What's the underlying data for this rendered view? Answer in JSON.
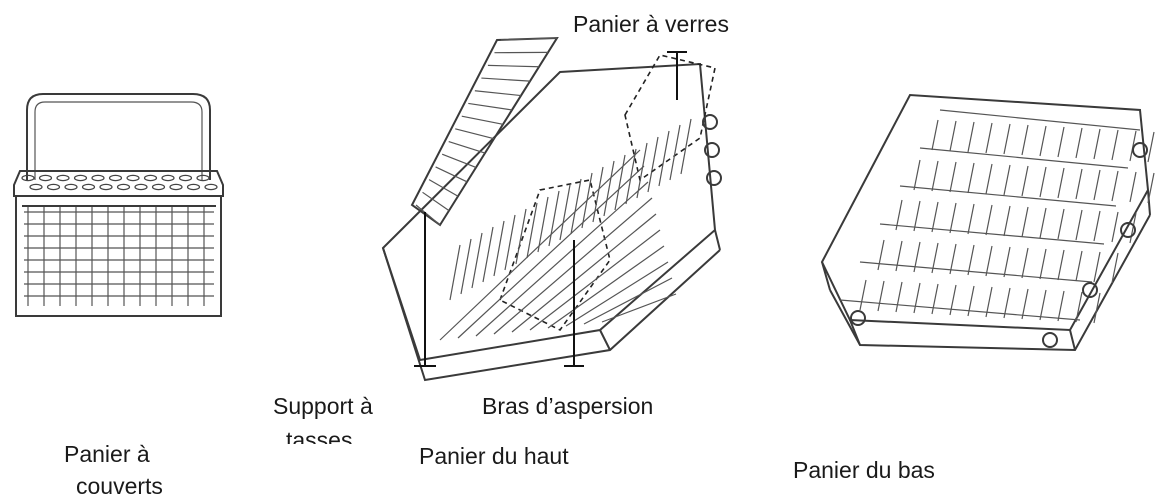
{
  "labels": {
    "glass_basket": "Panier à verres",
    "cup_support_line1": "Support à",
    "cup_support_line2": "tasses",
    "spray_arm": "Bras d’aspersion",
    "cutlery_basket_line1": "Panier à",
    "cutlery_basket_line2": "couverts",
    "upper_basket": "Panier du haut",
    "lower_basket": "Panier du bas"
  },
  "colors": {
    "line": "#3a3a3a",
    "text": "#1a1a1a"
  }
}
